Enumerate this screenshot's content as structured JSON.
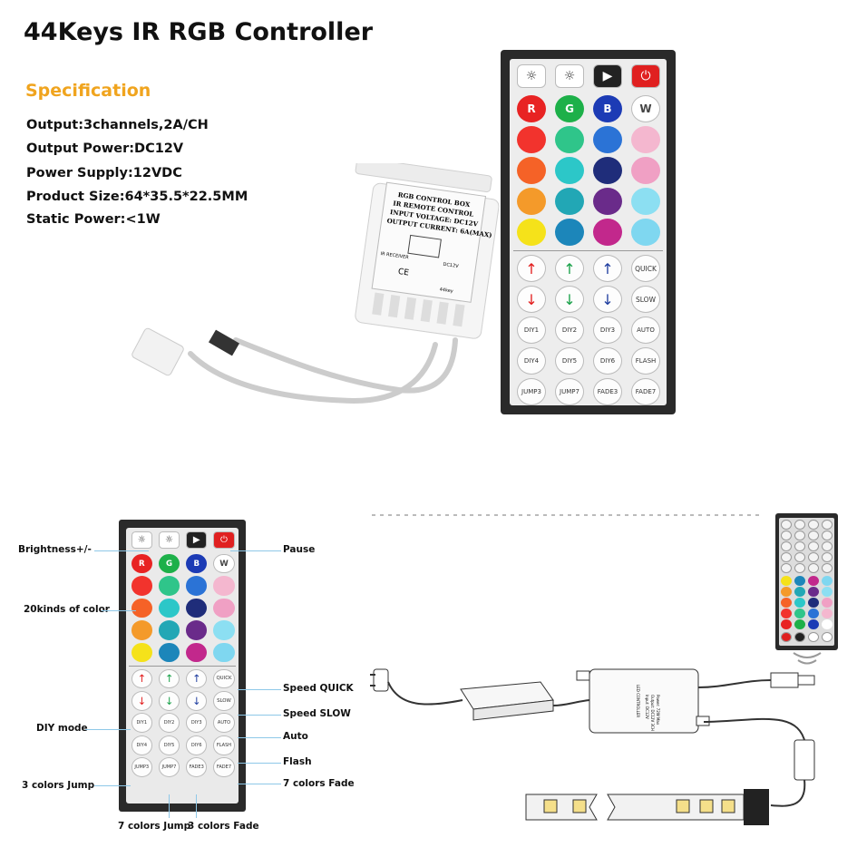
{
  "title": "44Keys IR RGB Controller",
  "specification": {
    "heading": "Specification",
    "lines": [
      "Output:3channels,2A/CH",
      "Output Power:DC12V",
      "Power Supply:12VDC",
      "Product Size:64*35.5*22.5MM",
      "Static Power:<1W"
    ]
  },
  "controller_box": {
    "label_lines": [
      "RGB CONTROL BOX",
      "IR REMOTE CONTROL",
      "INPUT VOLTAGE: DC12V",
      "OUTPUT CURRENT: 6A(MAX)"
    ],
    "receiver": "IR RECEIVER",
    "dc": "DC12V",
    "ce": "CE",
    "model": "44key"
  },
  "remote": {
    "letters": [
      "R",
      "G",
      "B",
      "W"
    ],
    "speed_buttons": [
      "QUICK",
      "SLOW"
    ],
    "diy_row1": [
      "DIY1",
      "DIY2",
      "DIY3",
      "AUTO"
    ],
    "diy_row2": [
      "DIY4",
      "DIY5",
      "DIY6",
      "FLASH"
    ],
    "bottom_row": [
      "JUMP3",
      "JUMP7",
      "FADE3",
      "FADE7"
    ],
    "small_diy_row1": [
      "DIY1",
      "DIY2",
      "DIY3",
      "AUTO"
    ],
    "small_diy_row2": [
      "DIY4",
      "DIY5",
      "DIY6",
      "FLASH"
    ],
    "small_bottom_row": [
      "JUMP3",
      "JUMP7",
      "FADE3",
      "FADE7"
    ],
    "color_grid": [
      [
        "#e82323",
        "#1db049",
        "#1c3bb5",
        "#ffffff"
      ],
      [
        "#f2332d",
        "#2fc58a",
        "#2b73d6",
        "#f4b7cf"
      ],
      [
        "#f56227",
        "#2cc7c8",
        "#1f2d7a",
        "#f0a0c4"
      ],
      [
        "#f49a2a",
        "#22a7b5",
        "#6a2b8a",
        "#8cdff2"
      ],
      [
        "#f5e21a",
        "#1c86ba",
        "#c2288c",
        "#7fd7f0"
      ]
    ],
    "arrow_colors": [
      "#e21b1b",
      "#17a047",
      "#1c3b9e"
    ]
  },
  "callouts": {
    "brightness": "Brightness+/-",
    "pause": "Pause",
    "colors": "20kinds of color",
    "speed_quick": "Speed QUICK",
    "speed_slow": "Speed SLOW",
    "diy_mode": "DIY mode",
    "auto": "Auto",
    "flash": "Flash",
    "jump3": "3 colors Jump",
    "fade7": "7 colors Fade",
    "jump7": "7 colors Jump",
    "fade3": "3 colors Fade"
  },
  "diagram": {
    "controller_title": "LED CONTROLLER",
    "controller_specs": [
      "Input: DC12V",
      "Output: DC12V 3CH",
      "Power: 72W Max"
    ]
  }
}
